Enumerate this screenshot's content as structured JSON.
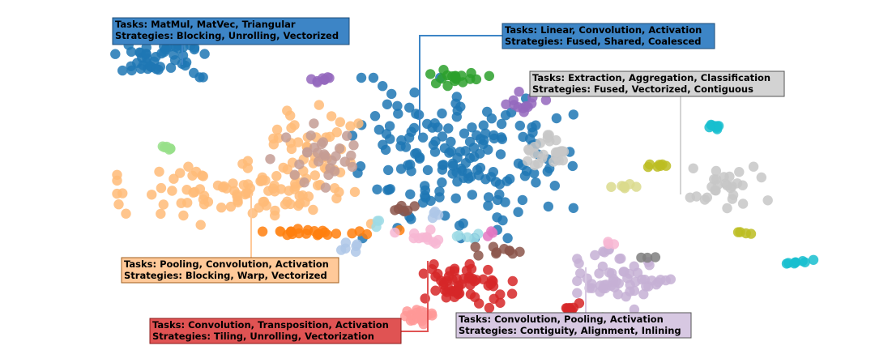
{
  "chart_data": {
    "type": "scatter",
    "title": "",
    "xlabel": "",
    "ylabel": "",
    "grid": false,
    "axes_visible": false,
    "clusters": [
      {
        "color": "#1f77b4",
        "cx": -4.0,
        "cy": 2.6,
        "sx": 0.35,
        "sy": 0.2,
        "n": 52,
        "seed": 11
      },
      {
        "color": "#1f77b4",
        "cx": 0.9,
        "cy": 0.5,
        "sx": 0.85,
        "sy": 0.75,
        "n": 175,
        "seed": 12
      },
      {
        "color": "#9467bd",
        "cx": -1.35,
        "cy": 2.1,
        "sx": 0.14,
        "sy": 0.04,
        "n": 8,
        "seed": 13
      },
      {
        "color": "#2ca02c",
        "cx": 0.9,
        "cy": 2.15,
        "sx": 0.22,
        "sy": 0.08,
        "n": 18,
        "seed": 14
      },
      {
        "color": "#9467bd",
        "cx": 2.1,
        "cy": 1.6,
        "sx": 0.2,
        "sy": 0.12,
        "n": 12,
        "seed": 15
      },
      {
        "color": "#c7c7c7",
        "cx": 2.4,
        "cy": 0.6,
        "sx": 0.25,
        "sy": 0.17,
        "n": 26,
        "seed": 16
      },
      {
        "color": "#ffbb78",
        "cx": -2.65,
        "cy": -0.25,
        "sx": 0.95,
        "sy": 0.35,
        "n": 92,
        "seed": 17
      },
      {
        "color": "#ffbb78",
        "cx": -1.6,
        "cy": 0.6,
        "sx": 0.45,
        "sy": 0.45,
        "n": 42,
        "seed": 18
      },
      {
        "color": "#c49c94",
        "cx": -1.45,
        "cy": 0.55,
        "sx": 0.35,
        "sy": 0.3,
        "n": 28,
        "seed": 19
      },
      {
        "color": "#ff7f0e",
        "cx": -1.3,
        "cy": -1.05,
        "sx": 0.55,
        "sy": 0.05,
        "n": 22,
        "seed": 20
      },
      {
        "color": "#98df8a",
        "cx": -3.95,
        "cy": 0.7,
        "sx": 0.05,
        "sy": 0.06,
        "n": 6,
        "seed": 21
      },
      {
        "color": "#8c564b",
        "cx": 0.0,
        "cy": -0.55,
        "sx": 0.1,
        "sy": 0.04,
        "n": 6,
        "seed": 22
      },
      {
        "color": "#aec7e8",
        "cx": 0.5,
        "cy": -0.65,
        "sx": 0.06,
        "sy": 0.05,
        "n": 4,
        "seed": 23
      },
      {
        "color": "#9edae5",
        "cx": -0.45,
        "cy": -0.85,
        "sx": 0.05,
        "sy": 0.04,
        "n": 3,
        "seed": 24
      },
      {
        "color": "#9edae5",
        "cx": 0.95,
        "cy": -1.1,
        "sx": 0.12,
        "sy": 0.04,
        "n": 5,
        "seed": 25
      },
      {
        "color": "#f7b6d2",
        "cx": 0.25,
        "cy": -1.15,
        "sx": 0.22,
        "sy": 0.08,
        "n": 12,
        "seed": 26
      },
      {
        "color": "#aec7e8",
        "cx": -0.95,
        "cy": -1.35,
        "sx": 0.1,
        "sy": 0.06,
        "n": 6,
        "seed": 27
      },
      {
        "color": "#e377c2",
        "cx": 1.4,
        "cy": -1.05,
        "sx": 0.03,
        "sy": 0.03,
        "n": 3,
        "seed": 28
      },
      {
        "color": "#8c564b",
        "cx": 1.55,
        "cy": -1.4,
        "sx": 0.2,
        "sy": 0.05,
        "n": 10,
        "seed": 29
      },
      {
        "color": "#d62728",
        "cx": 1.0,
        "cy": -2.1,
        "sx": 0.35,
        "sy": 0.22,
        "n": 58,
        "seed": 30
      },
      {
        "color": "#ff9896",
        "cx": 0.25,
        "cy": -2.75,
        "sx": 0.15,
        "sy": 0.08,
        "n": 18,
        "seed": 31
      },
      {
        "color": "#d62728",
        "cx": 2.75,
        "cy": -2.6,
        "sx": 0.06,
        "sy": 0.08,
        "n": 8,
        "seed": 32
      },
      {
        "color": "#c5b0d5",
        "cx": 3.6,
        "cy": -2.0,
        "sx": 0.35,
        "sy": 0.28,
        "n": 58,
        "seed": 33
      },
      {
        "color": "#98df8a",
        "cx": 3.25,
        "cy": -2.9,
        "sx": 0.12,
        "sy": 0.07,
        "n": 12,
        "seed": 34
      },
      {
        "color": "#7f7f7f",
        "cx": 3.95,
        "cy": -1.55,
        "sx": 0.08,
        "sy": 0.02,
        "n": 3,
        "seed": 35
      },
      {
        "color": "#f7b6d2",
        "cx": 3.35,
        "cy": -1.25,
        "sx": 0.05,
        "sy": 0.04,
        "n": 3,
        "seed": 36
      },
      {
        "color": "#dbdb8d",
        "cx": 3.65,
        "cy": -0.1,
        "sx": 0.12,
        "sy": 0.05,
        "n": 7,
        "seed": 37
      },
      {
        "color": "#bcbd22",
        "cx": 4.1,
        "cy": 0.35,
        "sx": 0.18,
        "sy": 0.02,
        "n": 7,
        "seed": 38
      },
      {
        "color": "#17becf",
        "cx": 5.1,
        "cy": 1.15,
        "sx": 0.1,
        "sy": 0.03,
        "n": 8,
        "seed": 39
      },
      {
        "color": "#c7c7c7",
        "cx": 5.35,
        "cy": -0.05,
        "sx": 0.3,
        "sy": 0.22,
        "n": 28,
        "seed": 40
      },
      {
        "color": "#bcbd22",
        "cx": 5.55,
        "cy": -1.05,
        "sx": 0.08,
        "sy": 0.03,
        "n": 4,
        "seed": 41
      },
      {
        "color": "#17becf",
        "cx": 6.5,
        "cy": -1.65,
        "sx": 0.1,
        "sy": 0.03,
        "n": 8,
        "seed": 42
      }
    ],
    "annotations": [
      {
        "line1": "Tasks: MatMul, MatVec, Triangular",
        "line2": "Strategies: Blocking, Unrolling, Vectorized",
        "facecolor": "#3d85c6",
        "edgecolor": "#1f4e79"
      },
      {
        "line1": "Tasks: Linear, Convolution, Activation",
        "line2": "Strategies: Fused, Shared, Coalesced",
        "facecolor": "#3d85c6",
        "edgecolor": "#1f4e79"
      },
      {
        "line1": "Tasks: Extraction, Aggregation, Classification",
        "line2": "Strategies: Fused, Vectorized, Contiguous",
        "facecolor": "#d3d3d3",
        "edgecolor": "#555555"
      },
      {
        "line1": "Tasks: Pooling, Convolution, Activation",
        "line2": "Strategies: Blocking, Warp, Vectorized",
        "facecolor": "#ffc999",
        "edgecolor": "#a06020"
      },
      {
        "line1": "Tasks: Convolution, Transposition, Activation",
        "line2": "Strategies: Tiling, Unrolling, Vectorization",
        "facecolor": "#e05353",
        "edgecolor": "#8b1a1a"
      },
      {
        "line1": "Tasks: Convolution, Pooling, Activation",
        "line2": "Strategies: Contiguity, Alignment, Inlining",
        "facecolor": "#d7c8e2",
        "edgecolor": "#555555"
      }
    ]
  }
}
